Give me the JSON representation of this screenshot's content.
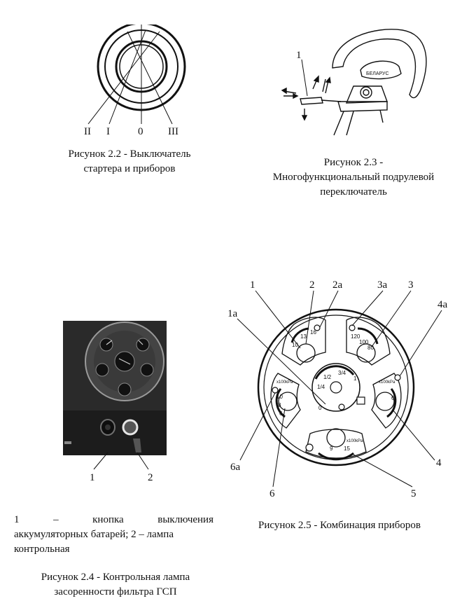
{
  "fig22": {
    "labels": [
      "II",
      "I",
      "0",
      "III"
    ],
    "caption_line1": "Рисунок 2.2 - Выключатель",
    "caption_line2": "стартера и приборов"
  },
  "fig23": {
    "callout": "1",
    "brand": "БЕЛАРУС",
    "caption_line1": "Рисунок 2.3 -",
    "caption_line2": "Многофункциональный подрулевой",
    "caption_line3": "переключатель"
  },
  "fig24": {
    "callouts": [
      "1",
      "2"
    ],
    "description_line1": "1 – кнопка выключения",
    "description_line2": "аккумуляторных батарей; 2 – лампа",
    "description_line3": "контрольная",
    "caption_line1": "Рисунок 2.4 - Контрольная лампа",
    "caption_line2": "засоренности фильтра ГСП"
  },
  "fig25": {
    "callouts": [
      "1",
      "2",
      "2а",
      "3а",
      "3",
      "4а",
      "1а",
      "4",
      "6а",
      "6",
      "5"
    ],
    "dial_ticks": {
      "fuel": [
        "0",
        "1/4",
        "1/2",
        "3/4",
        "1"
      ],
      "voltage": [
        "10",
        "13",
        "16"
      ],
      "temp": [
        "120",
        "100",
        "80"
      ],
      "oil": [
        "x100kPa",
        "6"
      ],
      "air": [
        "x100kPa",
        "10",
        "8",
        "6"
      ],
      "bottom": [
        "x100kPa",
        "9",
        "15"
      ]
    },
    "caption": "Рисунок 2.5 - Комбинация приборов"
  }
}
